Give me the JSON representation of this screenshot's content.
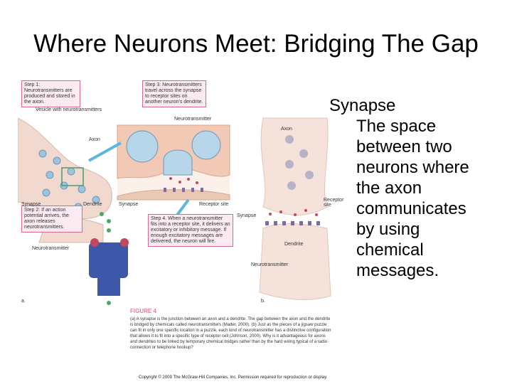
{
  "slide": {
    "title": "Where Neurons Meet: Bridging The Gap",
    "term": "Synapse",
    "definition_lines": [
      "The space",
      "between two",
      "neurons where",
      "the axon",
      "communicates",
      "by using",
      "chemical",
      "messages."
    ]
  },
  "figure": {
    "step1": "Step 1: Neurotransmitters are produced and stored in the axon.",
    "step2": "Step 2: If an action potential arrives, the axon releases neurotransmitters.",
    "step3": "Step 3: Neurotransmitters travel across the synapse to receptor sites on another neuron's dendrite.",
    "step4": "Step 4. When a neurotransmitter fits into a receptor site, it delivers an excitatory or inhibitory message. If enough excitatory messages are delivered, the neuron will fire.",
    "labels": {
      "vesicle": "Vesicle with neurotransmitters",
      "axon_a": "Axon",
      "synapse_a": "Synapse",
      "dendrite_a": "Dendrite",
      "neurotransmitter_a": "Neurotransmitter",
      "synapse_a2": "Synapse",
      "receptor_site_a": "Receptor site",
      "neurotransmitter_b": "Neurotransmitter",
      "panel_a": "a.",
      "axon_b": "Axon",
      "receptor_site_b": "Receptor site",
      "synapse_b": "Synapse",
      "dendrite_b": "Dendrite",
      "neurotransmitter_c": "Neurotransmitter",
      "panel_b": "b."
    },
    "caption_title": "FIGURE 4",
    "caption": "(a) A synapse is the junction between an axon and a dendrite. The gap between the axon and the dendrite is bridged by chemicals called neurotransmitters (Mader, 2000). (b) Just as the pieces of a jigsaw puzzle can fit in only one specific location in a puzzle, each kind of neurotransmitter has a distinctive configuration that allows it to fit into a specific type of receptor cell (Johnson, 2000). Why is it advantageous for axons and dendrites to be linked by temporary chemical bridges rather than by the hard wiring typical of a radio connection or telephone hookup?"
  },
  "copyright": "Copyright © 2009 The McGraw-Hill Companies, Inc. Permission required for reproduction or display.",
  "colors": {
    "pink_border": "#d46a93",
    "tissue": "#f1d9cf",
    "vesicle_blue": "#9fc3dd",
    "receptor_purple": "#7e6aa8",
    "arrow_blue": "#5cb7dc"
  }
}
